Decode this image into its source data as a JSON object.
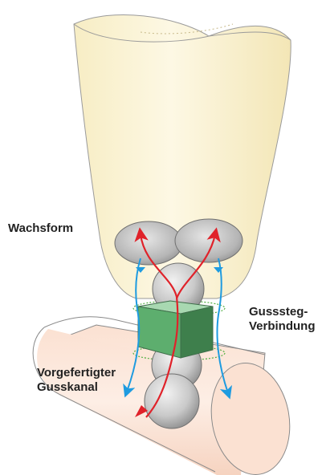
{
  "labels": {
    "wachsform": "Wachsform",
    "gusssteg_line1": "Gusssteg-",
    "gusssteg_line2": "Verbindung",
    "kanal_line1": "Vorgefertigter",
    "kanal_line2": "Gusskanal"
  },
  "colors": {
    "wax_form_fill": "#fdf6dc",
    "cylinder_fill": "#fbe3d6",
    "sphere_fill": "#cfcfcf",
    "cube_front": "#5dae6e",
    "cube_side": "#3e7f4c",
    "cube_top": "#a8d8b1",
    "flow_arrow_red": "#e0222a",
    "flow_arrow_blue": "#1e9be0",
    "ring_dotted": "#4fae3f",
    "text": "#222222"
  }
}
